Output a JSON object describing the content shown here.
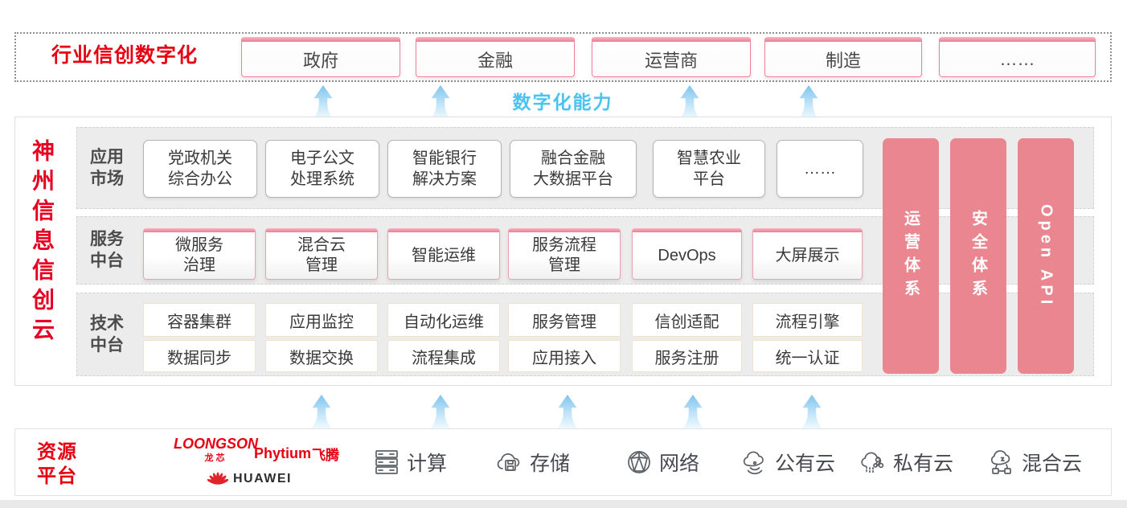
{
  "colors": {
    "accent_red": "#e60012",
    "pink_bar": "#ee7d94",
    "salmon_bar": "#e9868f",
    "capability_blue": "#4cc2ef",
    "panel_gray": "#ececec"
  },
  "top_banner": {
    "label": "行业信创数字化",
    "industries": [
      {
        "label": "政府"
      },
      {
        "label": "金融"
      },
      {
        "label": "运营商"
      },
      {
        "label": "制造"
      },
      {
        "label": "……"
      }
    ]
  },
  "capability_caption": "数字化能力",
  "cloud": {
    "vertical_title": "神州信息信创云",
    "rows": [
      {
        "label": "应用\n市场"
      },
      {
        "label": "服务\n中台"
      },
      {
        "label": "技术\n中台"
      }
    ],
    "app_market": [
      "党政机关\n综合办公",
      "电子公文\n处理系统",
      "智能银行\n解决方案",
      "融合金融\n大数据平台",
      "智慧农业\n平台",
      "……"
    ],
    "service_platform": [
      "微服务\n治理",
      "混合云\n管理",
      "智能运维",
      "服务流程\n管理",
      "DevOps",
      "大屏展示"
    ],
    "tech_platform_row1": [
      "容器集群",
      "应用监控",
      "自动化运维",
      "服务管理",
      "信创适配",
      "流程引擎"
    ],
    "tech_platform_row2": [
      "数据同步",
      "数据交换",
      "流程集成",
      "应用接入",
      "服务注册",
      "统一认证"
    ],
    "side_bars": [
      "运营体系",
      "安全体系",
      "Open API"
    ]
  },
  "resources": {
    "label": "资源\n平台",
    "vendors": {
      "loongson_en": "LOONGSON",
      "loongson_cn": "龙芯",
      "phytium_en": "Phytium",
      "phytium_cn": "飞腾",
      "huawei": "HUAWEI"
    },
    "items": [
      {
        "icon": "server-icon",
        "label": "计算"
      },
      {
        "icon": "storage-icon",
        "label": "存储"
      },
      {
        "icon": "network-icon",
        "label": "网络"
      },
      {
        "icon": "public-cloud-icon",
        "label": "公有云"
      },
      {
        "icon": "private-cloud-icon",
        "label": "私有云"
      },
      {
        "icon": "hybrid-cloud-icon",
        "label": "混合云"
      }
    ]
  }
}
